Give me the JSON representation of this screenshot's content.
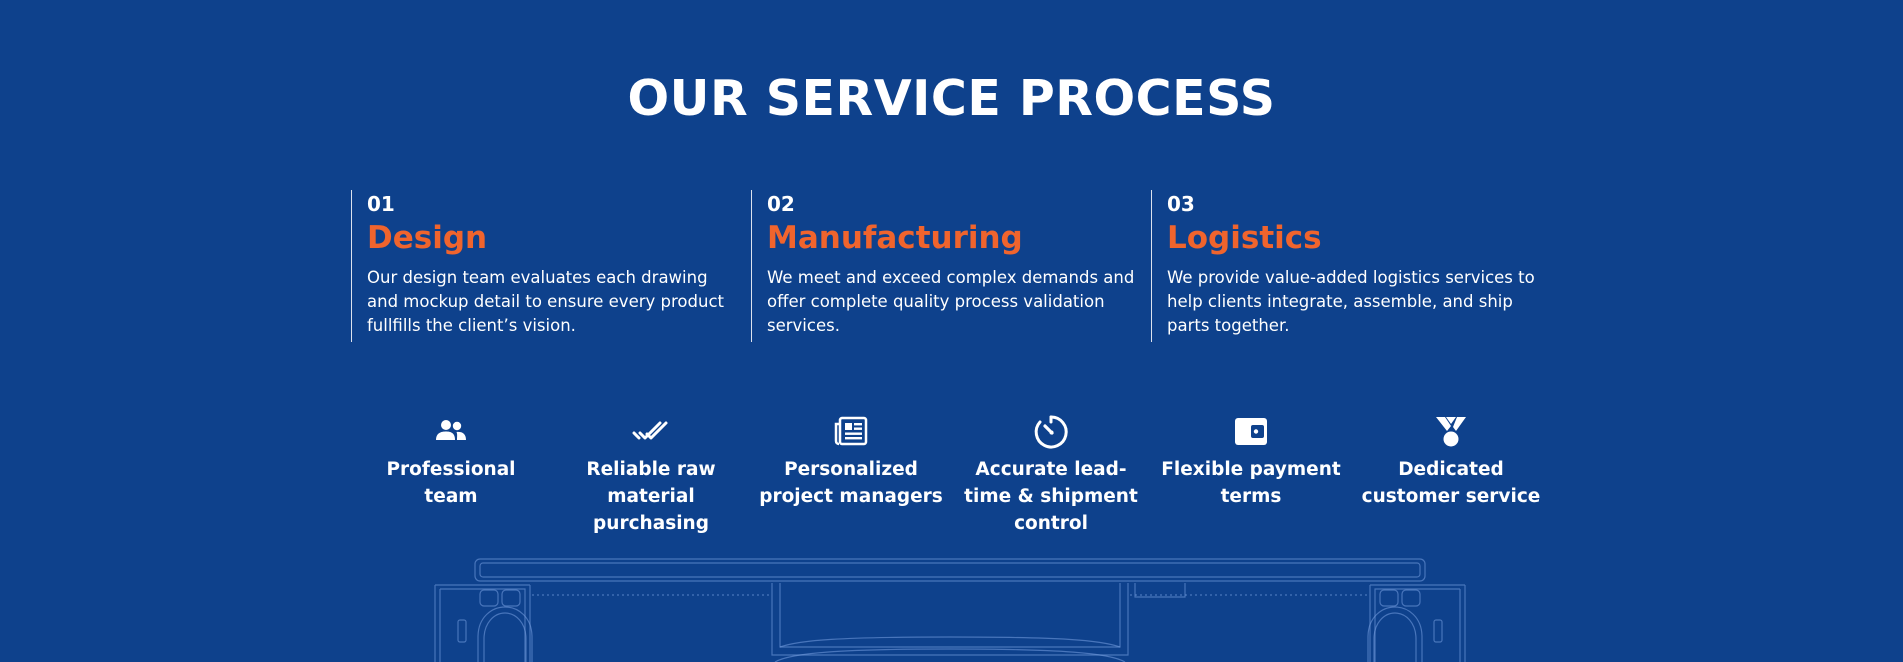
{
  "section": {
    "title": "OUR SERVICE PROCESS"
  },
  "steps": [
    {
      "number": "01",
      "title": "Design",
      "description": "Our design team evaluates each drawing and mockup detail to ensure every product fullfills the client’s vision."
    },
    {
      "number": "02",
      "title": "Manufacturing",
      "description": "We meet and exceed complex demands and offer complete quality process validation services."
    },
    {
      "number": "03",
      "title": "Logistics",
      "description": "We provide value-added logistics services to help clients integrate, assemble, and ship parts together."
    }
  ],
  "features": [
    {
      "icon": "people-icon",
      "label": "Professional team"
    },
    {
      "icon": "double-check-icon",
      "label": "Reliable raw material purchasing"
    },
    {
      "icon": "newspaper-icon",
      "label": "Personalized project managers"
    },
    {
      "icon": "timer-icon",
      "label": "Accurate lead-time & shipment control"
    },
    {
      "icon": "wallet-icon",
      "label": "Flexible payment terms"
    },
    {
      "icon": "medal-icon",
      "label": "Dedicated customer service"
    }
  ],
  "colors": {
    "background": "#0e418c",
    "accent": "#f0642d",
    "text": "#ffffff"
  }
}
